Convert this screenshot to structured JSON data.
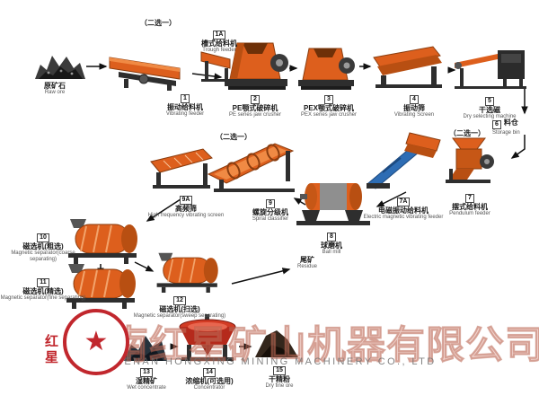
{
  "colors": {
    "machine_orange": "#DD5F1D",
    "machine_dark": "#2E2E2E",
    "accent_blue": "#2E6DB4",
    "accent_red": "#C1272D",
    "watermark_pink": "#D6826E"
  },
  "choice_label": "（二选一）",
  "nodes": [
    {
      "id": "raw-ore",
      "num": "",
      "zh": "原矿石",
      "en": "Raw ore"
    },
    {
      "id": "vibrating-feeder",
      "num": "1",
      "zh": "振动给料机",
      "en": "Vibrating feeder"
    },
    {
      "id": "trough-feeder",
      "num": "1A",
      "zh": "槽式给料机",
      "en": "Trough feeder"
    },
    {
      "id": "pe-jaw-crusher",
      "num": "2",
      "zh": "PE颚式破碎机",
      "en": "PE series jaw crusher"
    },
    {
      "id": "pex-jaw-crusher",
      "num": "3",
      "zh": "PEX颚式破碎机",
      "en": "PEX series jaw crusher"
    },
    {
      "id": "vibrating-screen",
      "num": "4",
      "zh": "振动筛",
      "en": "Vibrating Screen"
    },
    {
      "id": "dry-selector",
      "num": "5",
      "zh": "干选磁",
      "en": "Dry selecting machine"
    },
    {
      "id": "storage-bin",
      "num": "6",
      "zh": "料仓",
      "en": "Storage bin"
    },
    {
      "id": "pendulum-feeder",
      "num": "7",
      "zh": "摆式给料机",
      "en": "Pendulum feeder"
    },
    {
      "id": "electromagnetic-vibrating-feeder",
      "num": "7A",
      "zh": "电磁振动给料机",
      "en": "Electric magnetic vibrating feeder"
    },
    {
      "id": "ball-mill",
      "num": "8",
      "zh": "球磨机",
      "en": "Ball mill"
    },
    {
      "id": "spiral-classifier",
      "num": "9",
      "zh": "螺旋分级机",
      "en": "Spiral classifier"
    },
    {
      "id": "high-frequency-screen",
      "num": "9A",
      "zh": "高频筛",
      "en": "High frequency vibrating screen"
    },
    {
      "id": "magnetic-separator-coarse",
      "num": "10",
      "zh": "磁选机(粗选)",
      "en": "Magnetic separator(coarse separating)"
    },
    {
      "id": "magnetic-separator-fine",
      "num": "11",
      "zh": "磁选机(精选)",
      "en": "Magnetic separator(fine separating)"
    },
    {
      "id": "magnetic-separator-sweep",
      "num": "12",
      "zh": "磁选机(扫选)",
      "en": "Magnetic separator(sweep separating)"
    },
    {
      "id": "tailings",
      "num": "",
      "zh": "尾矿",
      "en": "Residue"
    },
    {
      "id": "wet-concentrate",
      "num": "13",
      "zh": "湿精矿",
      "en": "Wet concentrate"
    },
    {
      "id": "concentrator",
      "num": "14",
      "zh": "浓缩机(可选用)",
      "en": "Concentrator"
    },
    {
      "id": "dry-fine-ore",
      "num": "15",
      "zh": "干精粉",
      "en": "Dry fine ore"
    }
  ],
  "watermark": {
    "zh": "河南红星矿山机器有限公司",
    "en": "HENAN HONGXING MINING MACHINERY CO., LTD"
  },
  "logo": {
    "text": "红星",
    "star": "★"
  }
}
